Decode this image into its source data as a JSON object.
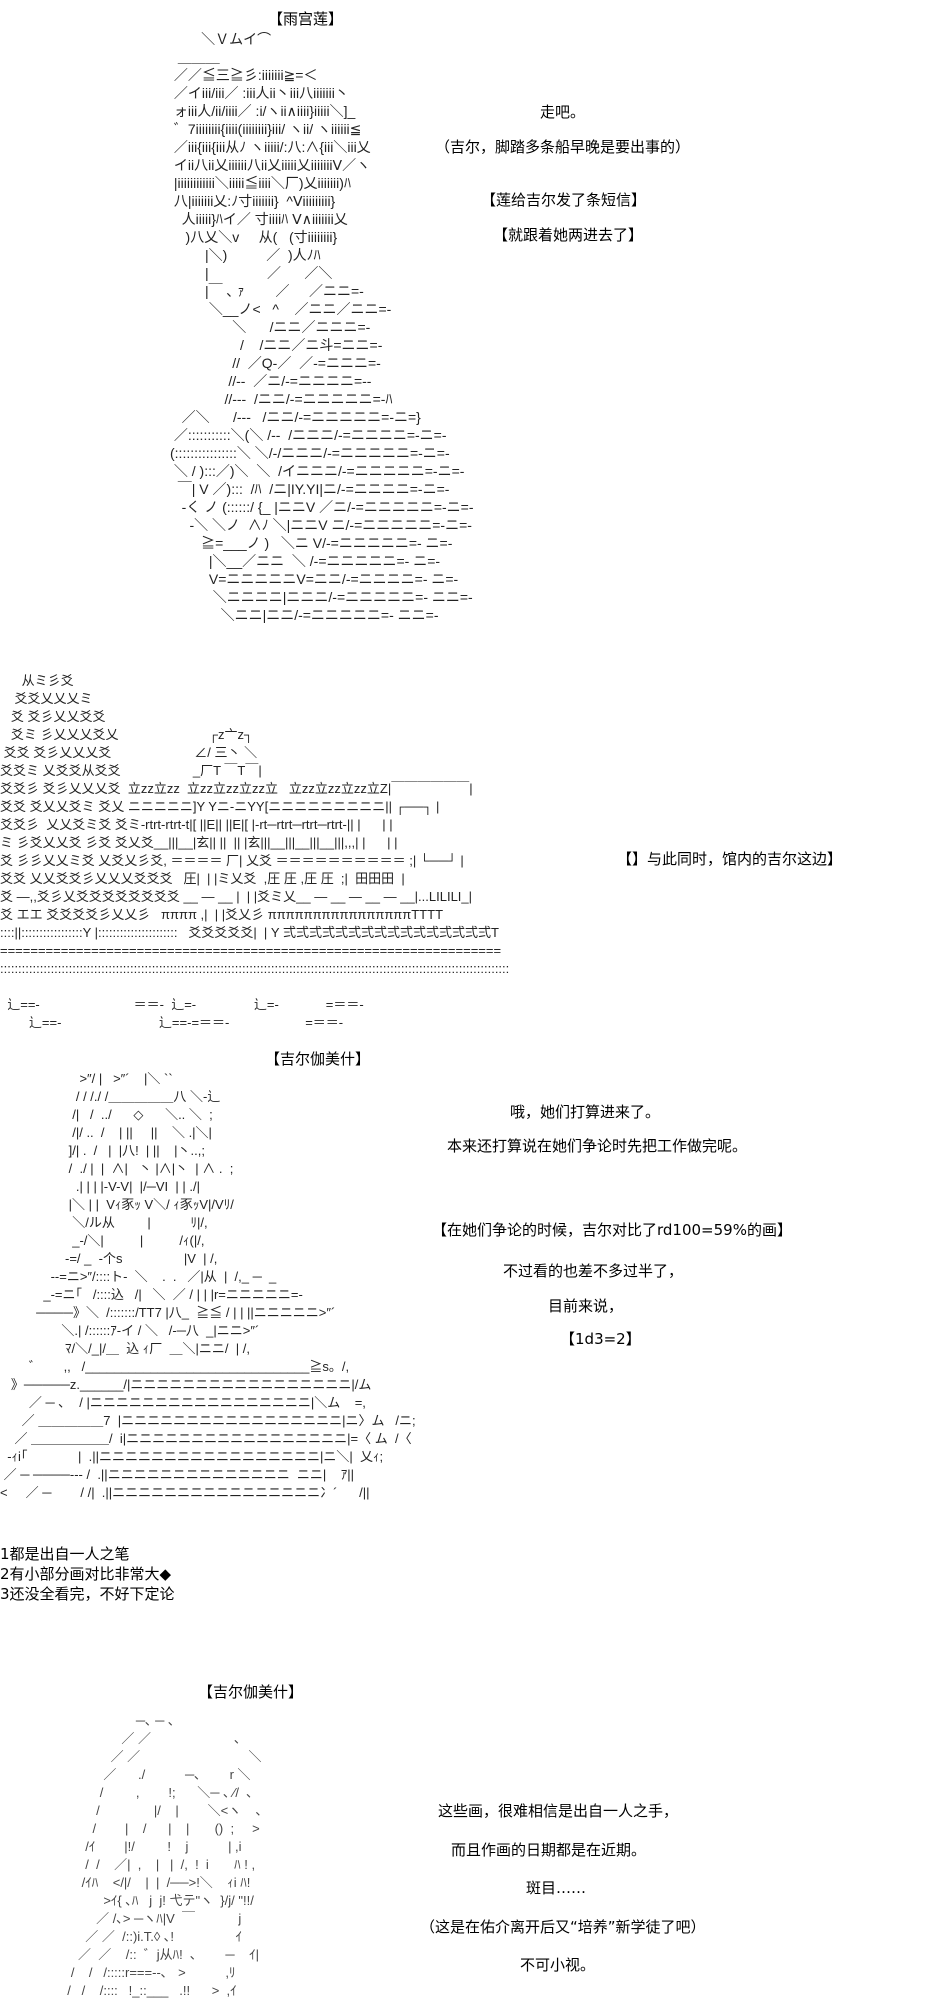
{
  "panel1": {
    "speaker": "【雨宫莲】",
    "art": "        ＼Ｖムイ⌒\n  ＿＿＿\n ／／≦三≧彡:iiiiiii≧=＜\n ／イiii/iii／ :iii人ii丶iii八iiiiiii丶\n ォiii人/ii/iiii／ :i/ヽii∧iiii}iiiii＼]_\n ゛7iiiiiiii{iiii(iiiiiiii}iii/ ヽii/ ヽiiiiii≦\n ／iii{iii{iii从ﾉ ヽiiiii/:八:∧{iii＼iii乂\n イii八ii乂iiiiii八ii乂iiiii乂iiiiiiiⅤ／ヽ\n |iiiiiiiiiiii＼iiiii≦iiii＼厂)乂iiiiiii)ﾊ\n 八|iiiiiii乂:ﾉ寸iiiiiii}  ^Ⅴiiiiiiiii}\n   人iiiii}ﾊイ／ 寸iiiiﾊ Ⅴ∧iiiiiii乂\n    )八乂＼v     从(   (寸iiiiiiii}\n         |＼)          ／  )人ﾉﾊ\n         |               ／      ／＼\n         |￣ ､ ｧ        ／     ／ニニ=-\n          ＼__ノ<   ^    ／ニニ／ニニ=-\n                ＼      /ニニ／ニニニ=-\n                  /    /ニニ／ニ斗=ニニ=-\n                //  ／Q-／  ／-=ニニニ=-\n               //--  ／ニ/-=ニニニニ=--\n              //---  /ニニ/-=ニニニニニ=-ﾊ\n   ／＼      /---   /ニニ/-=ニニニニニ=-ニ=}\n ／:::::::::::＼(＼ /--  /ニニニ/-=ニニニニ=-ニ=-\n(::::::::::::::::＼ ＼/-/ニニニ/-=ニニニニニ=-ニ=-\n ＼ / ):::／)＼  ＼  /イニニニ/-=ニニニニニ=-ニ=-\n  ￣| V ／):::  /ﾊ  /ニ|IY.YI|ニ/-=ニニニニ=-ニ=-\n   ‐く ノ (::::::/ {_ |ニニV ／ニ/-=ニニニニニ=-ニ=-\n     ‐＼ ＼ノ  ∧ﾉ ＼|ニニV ニ/-=ニニニニニ=-ニ=-\n        ≧=___ノ )   ＼ニ V/-=ニニニニニ=- ニ=-\n          |＼__／ニニ  ＼ /-=ニニニニニ=- ニ=-\n          V=ニニニニニV=ニニ/-=ニニニニ=- ニ=-\n           ＼ニニニニ|ニニニ/-=ニニニニニ=- ニニ=-\n             ＼ニニ|ニニ/-=ニニニニニ=- ニニ=-",
    "lines": [
      "走吧。",
      "（吉尔，脚踏多条船早晚是要出事的）",
      "【莲给吉尔发了条短信】",
      "【就跟着她两进去了】"
    ]
  },
  "panel2": {
    "art": "      从ミ彡爻\n    爻爻乂乂乂ミ\n   爻 爻彡乂乂爻爻\n   爻ミ 彡乂乂乂爻乂                         ┌z亠z┐\n 爻爻 爻彡乂乂乂爻                       ∠/ 三丶 ＼\n爻爻ミ 乂爻爻从爻爻                    _厂T ￣T￣|\n爻爻彡 爻彡乂乂乂爻  立zz立zz  立zz立zz立zz立   立zz立zz立zz立Z|￣￣￣￣￣￣|\n爻爻 爻乂乂爻ミ 爻乂 ニニニニニ]Y Yニ‐ニYY[ニニニニニニニニニ|| ┌──┐ |\n爻爻彡  乂乂爻ミ爻 爻ミ‐rtrt‐rtrt‐t|[ ||E|| ||E|[ |‐rt─rtrt─rtrt─rtrt‐|| |      | |\nミ 彡爻乂乂爻 彡爻 爻乂爻__|||__|玄|| ||  || |玄|||__|||__|||__|||,,,| |      | |\n爻 彡彡乂乂ミ爻 乂爻乂彡爻, ＝＝＝＝ 厂| 乂爻 ＝＝＝＝＝＝＝＝＝＝ ;| └──┘ |\n爻爻 乂乂爻爻彡乂乂乂爻爻爻   圧|  | |ミ乂爻  ,圧 圧 ,圧 圧  ;|  田田田  |\n爻 ―,,爻彡乂爻爻爻爻爻爻爻爻 __ ― __ |  | |爻ミ乂__ ― __ ― __ ― __|...LILILI_|\n爻 エエ 爻爻爻爻彡乂乂彡   ππππ ,|  | |爻乂彡 ππππππππππππππππTTTT\n::::||:::::::::::::::::Y |::::::::::::::::::::::   爻爻爻爻爻|  | Y 弍弍弍弍弍弍弍弍弍弍弍弍弍弍弍弍T\n==================================================================\n:::::::::::::::::::::::::::::::::::::::::::::::::::::::::::::::::::::::::::::::::::::::::::::::::::::::::::::::::::::::::::::::::::::::::::::\n\n  辶==-                          ＝＝-  辶=-                辶=-             =＝＝-\n        辶==-                           辶==-=＝＝-                     =＝＝-",
    "caption": "【】与此同时，馆内的吉尔这边】"
  },
  "panel3": {
    "speaker": "【吉尔伽美什】",
    "art": "                      >″/ |   >″´    |＼ ``\n                     / / /./ /＿＿＿＿＿八 ＼‐辶\n                    /|   /  ../      ◇      ＼.. ＼  ;\n                    /|/ ..  /    | ||     ||    ＼ .|＼|\n                   ]/| .  /   |  |八!  | ||    |丶..,;\n                   /  ./ |  |  ∧|   丶 |∧|丶  | ∧ .  ;\n                     .| | | |-V-V|  |/─VI  | | ./|\n                   |＼ | |  Vｨ豕ｯ V＼/ ｨ豕ｯV|/Vﾘ/\n                    ＼/ル从         |           ﾘ|/,\n                    _-/＼|          |          /ｨ(|/,\n                  -=/ _  ‐个s                 |V  | /,\n              --=ニ>″/::::ト-  ＼    .  .   ／|从  |  /,_ ─  _\n            _-=ニ｢   /::::込   /|   ＼  ／ / | | |r=ニニニニニ=-\n          ────》＼  /:::::::/TT7 |八_  ≧≦ / | | ||ニニニニニ>″´\n                 ＼.| /::::::ｱ-イ / ＼   /‐─八  _|ニニ>″´\n                  ﾏ/＼/_|/＿  込 ｨ厂  ＿＼|ニニ/  | /,\n        ゛      ,,   /_______________________________≧s。/,\n   》─────z.______/|ニニニニニニニニニニニニニニニニニ|/ム\n        ／ ─ ､    / |ニニニニニニニニニニニニニニニニニ|＼ム    =,\n      ／ ＿＿＿＿＿7  |ニニニニニニニニニニニニニニニニニ|ニ〉ム   /ニ;\n    ／ ＿＿＿＿＿＿/  i|ニニニニニニニニニニニニニニニニニ|=〈 ム  /〈\n  -ｨi｢              |  .||ニニニニニニニニニニニニニニニニニ|ニ＼|  乂ｨ;\n ／ ─ ────‐‐‐ /  .||ニニニニニニニニニニニニニニ  ニニ|    ｱ||\n<     ／ ─        / /|  .||ニニニニニニニニニニニニニニニニ冫´      /||",
    "lines": [
      "哦，她们打算进来了。",
      "本来还打算说在她们争论时先把工作做完呢。",
      "【在她们争论的时候，吉尔对比了rd100=59%的画】",
      "不过看的也差不多过半了，",
      "目前来说，",
      "【1d3=2】"
    ],
    "options": [
      "1都是出自一人之笔",
      "2有小部分画对比非常大◆",
      "3还没全看完，不好下定论"
    ]
  },
  "panel4": {
    "speaker": "【吉尔伽美什】",
    "art": "                     ─､ ─ ､\n                 ／ ／                       ､\n              ／ ／                              ＼\n            ／      ./           ─､        r ＼\n           /         ,        !;      ＼─ ､ ⁄/  ､\n          /               |/    |        ＼<ヽ    ､\n         /        |    /      |    |       ()  ;     >\n       /ｲ        |!/         !    j           | ,i\n       /  /    ／|  ,    |   |  /,  !  i       ﾊ ! ,\n      /ｲﾊ    </|/    |  |  /──>!＼    ｨi ﾊ!\n            >ｲ{ ､ﾊ   j  j! 弋テ\"ヽ  }/j/ \"!!/\n          ／ /､> ─ヽﾊ|V  ￣            j\n       ／ ／  /::)i.T.◊ ､!                 ｲ\n     ／  ／    /::  ゛j从ﾊ!  ､        ─    ｲ|\n   /    /   /:::::r===-‐､   >           ,ﾘ\n  /   /    /::::   !_::___   .!!      >  ,ｲ",
    "lines": [
      "这些画，很难相信是出自一人之手，",
      "而且作画的日期都是在近期。",
      "斑目……",
      "（这是在佑介离开后又“培养”新学徒了吧）",
      "不可小视。"
    ]
  }
}
